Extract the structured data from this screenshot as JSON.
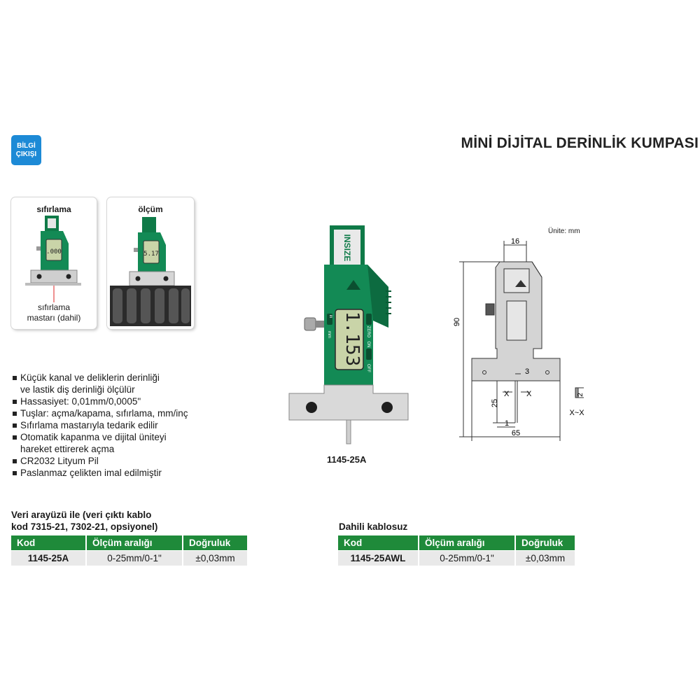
{
  "badge": {
    "line1": "BİLGİ",
    "line2": "ÇIKIŞI"
  },
  "title": "MİNİ DİJİTAL DERİNLİK KUMPASI",
  "photos": [
    {
      "label": "sıfırlama",
      "caption_line1": "sıfırlama",
      "caption_line2": "mastarı (dahil)"
    },
    {
      "label": "ölçüm"
    }
  ],
  "features": [
    "Küçük kanal ve deliklerin derinliği",
    "ve lastik diş derinliği ölçülür",
    "Hassasiyet: 0,01mm/0,0005\"",
    "Tuşlar: açma/kapama, sıfırlama, mm/inç",
    "Sıfırlama mastarıyla tedarik edilir",
    "Otomatik kapanma ve dijital üniteyi",
    "hareket ettirerek açma",
    "CR2032 Lityum Pil",
    "Paslanmaz çelikten imal edilmiştir"
  ],
  "product": {
    "model": "1145-25A",
    "display": "1.153",
    "buttons": {
      "in": "in",
      "mm": "mm",
      "zero": "ZERO",
      "off": "OFF",
      "on": "ON"
    }
  },
  "drawing": {
    "unit": "Ünite: mm",
    "dim_16": "16",
    "dim_90": "90",
    "dim_3": "3",
    "dim_25": "25",
    "dim_1": "1",
    "dim_65": "65",
    "dim_2": "2",
    "x_left": "X",
    "x_right": "X",
    "section": "X~X"
  },
  "table1": {
    "heading_line1": "Veri arayüzü ile (veri çıktı kablo",
    "heading_line2": "kod 7315-21, 7302-21, opsiyonel)",
    "headers": [
      "Kod",
      "Ölçüm aralığı",
      "Doğruluk"
    ],
    "row": [
      "1145-25A",
      "0-25mm/0-1\"",
      "±0,03mm"
    ]
  },
  "table2": {
    "heading": "Dahili kablosuz",
    "headers": [
      "Kod",
      "Ölçüm aralığı",
      "Doğruluk"
    ],
    "row": [
      "1145-25AWL",
      "0-25mm/0-1\"",
      "±0,03mm"
    ]
  },
  "colors": {
    "green": "#1f8a3a",
    "badge_blue": "#1d8ad6",
    "device_green": "#138a55",
    "lcd": "#c9d4a8"
  }
}
